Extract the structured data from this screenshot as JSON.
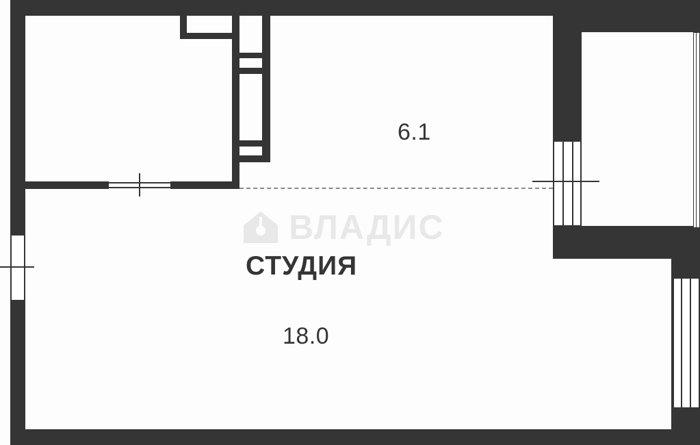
{
  "plan": {
    "type": "apartment floor plan",
    "wall_color": "#363535",
    "background_color": "#ffffff",
    "rooms": [
      {
        "id": "studio",
        "name": "СТУДИЯ",
        "area": "18.0"
      },
      {
        "id": "upper-room",
        "name": "",
        "area": "6.1"
      },
      {
        "id": "bathroom",
        "name": "",
        "area": ""
      },
      {
        "id": "balcony",
        "name": "",
        "area": ""
      }
    ],
    "watermark": {
      "text": "ВЛАДИС",
      "icon": "house-key-logo-icon"
    }
  }
}
